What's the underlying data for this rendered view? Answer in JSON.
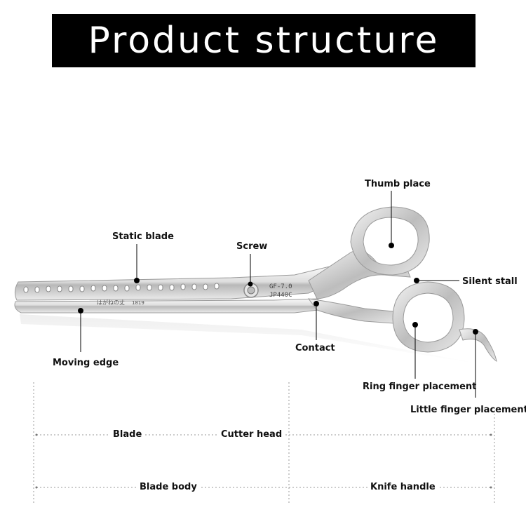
{
  "title": "Product structure",
  "engraving": {
    "model": "GF-7.0",
    "steel": "JP440C",
    "brand": "はがねの丈",
    "brand_code": "1819"
  },
  "labels": {
    "thumb_place": "Thumb place",
    "static_blade": "Static blade",
    "screw": "Screw",
    "silent_stall": "Silent stall",
    "moving_edge": "Moving edge",
    "contact": "Contact",
    "ring_finger": "Ring finger placement",
    "little_finger": "Little finger placement"
  },
  "sections": {
    "blade": "Blade",
    "cutter_head": "Cutter head",
    "blade_body": "Blade body",
    "knife_handle": "Knife handle"
  },
  "colors": {
    "steel_light": "#f2f2f2",
    "steel_mid": "#cfcfcf",
    "steel_dark": "#8e8e8e",
    "callout": "#000000",
    "dotted": "#9a9a9a"
  }
}
